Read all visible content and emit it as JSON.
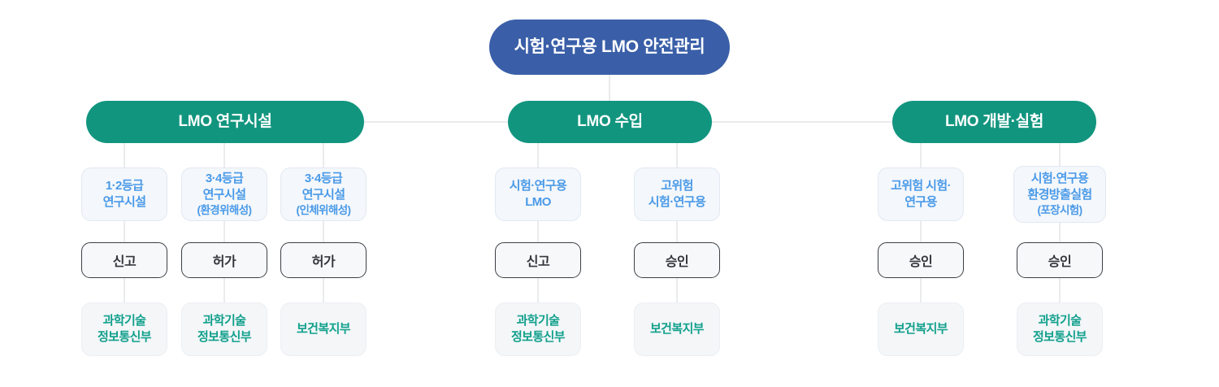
{
  "diagram": {
    "title": "시험·연구용 LMO 안전관리",
    "colors": {
      "root": "#3a5fa8",
      "category": "#12957f",
      "subject_text": "#4a9ae8",
      "action_text": "#33363c",
      "ministry_text": "#12a08c",
      "connector": "#d5d7da",
      "background": "#ffffff"
    },
    "root": {
      "label": "시험·연구용 LMO 안전관리"
    },
    "branches": [
      {
        "id": "research-facility",
        "label": "LMO 연구시설",
        "columns": [
          {
            "subject": "1·2등급\n연구시설",
            "subject_note": "",
            "action": "신고",
            "ministry": "과학기술\n정보통신부"
          },
          {
            "subject": "3·4등급\n연구시설",
            "subject_note": "(환경위해성)",
            "action": "허가",
            "ministry": "과학기술\n정보통신부"
          },
          {
            "subject": "3·4등급\n연구시설",
            "subject_note": "(인체위해성)",
            "action": "허가",
            "ministry": "보건복지부"
          }
        ]
      },
      {
        "id": "import",
        "label": "LMO 수입",
        "columns": [
          {
            "subject": "시험·연구용\nLMO",
            "subject_note": "",
            "action": "신고",
            "ministry": "과학기술\n정보통신부"
          },
          {
            "subject": "고위험\n시험·연구용",
            "subject_note": "",
            "action": "승인",
            "ministry": "보건복지부"
          }
        ]
      },
      {
        "id": "development-experiment",
        "label": "LMO 개발·실험",
        "columns": [
          {
            "subject": "고위험 시험·\n연구용",
            "subject_note": "",
            "action": "승인",
            "ministry": "보건복지부"
          },
          {
            "subject": "시험·연구용\n환경방출실험",
            "subject_note": "(포장시험)",
            "action": "승인",
            "ministry": "과학기술\n정보통신부"
          }
        ]
      }
    ]
  }
}
